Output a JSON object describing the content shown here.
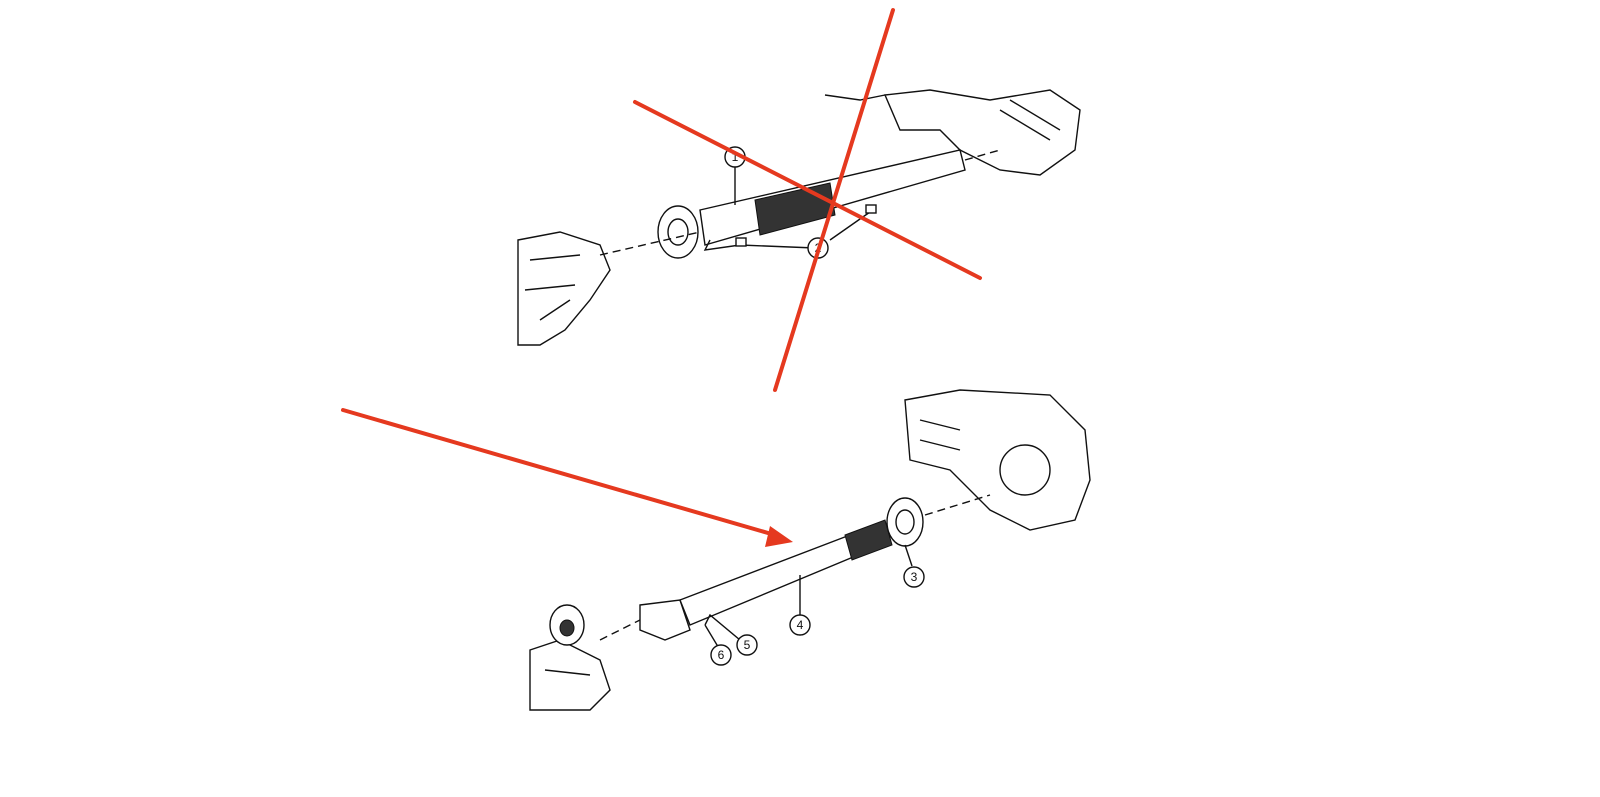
{
  "diagram": {
    "top_assembly": {
      "callouts": [
        "1",
        "2"
      ],
      "status": "crossed-out"
    },
    "bottom_assembly": {
      "callouts": [
        "3",
        "4",
        "5",
        "6"
      ],
      "status": "indicated-by-arrow"
    },
    "annotation_color": "#e5391f"
  }
}
